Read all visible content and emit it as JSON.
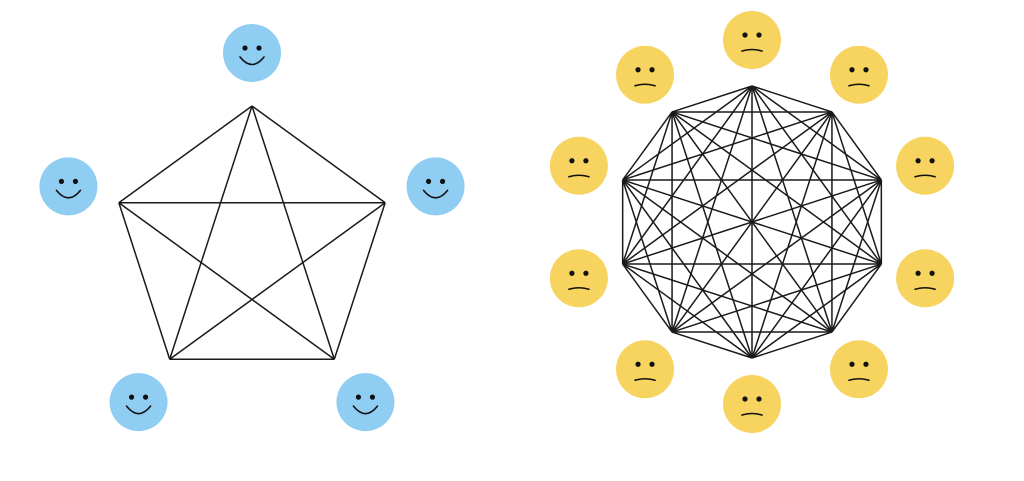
{
  "diagrams": [
    {
      "id": "small-team",
      "node_count": 5,
      "edges": "complete-graph",
      "face_style": "happy",
      "face_color": "#8fcdf2"
    },
    {
      "id": "large-team",
      "node_count": 10,
      "edges": "complete-graph",
      "face_style": "unhappy",
      "face_color": "#f7d35f"
    }
  ],
  "colors": {
    "line": "#1a1a1a",
    "face_feature": "#111111",
    "background": "#ffffff"
  }
}
